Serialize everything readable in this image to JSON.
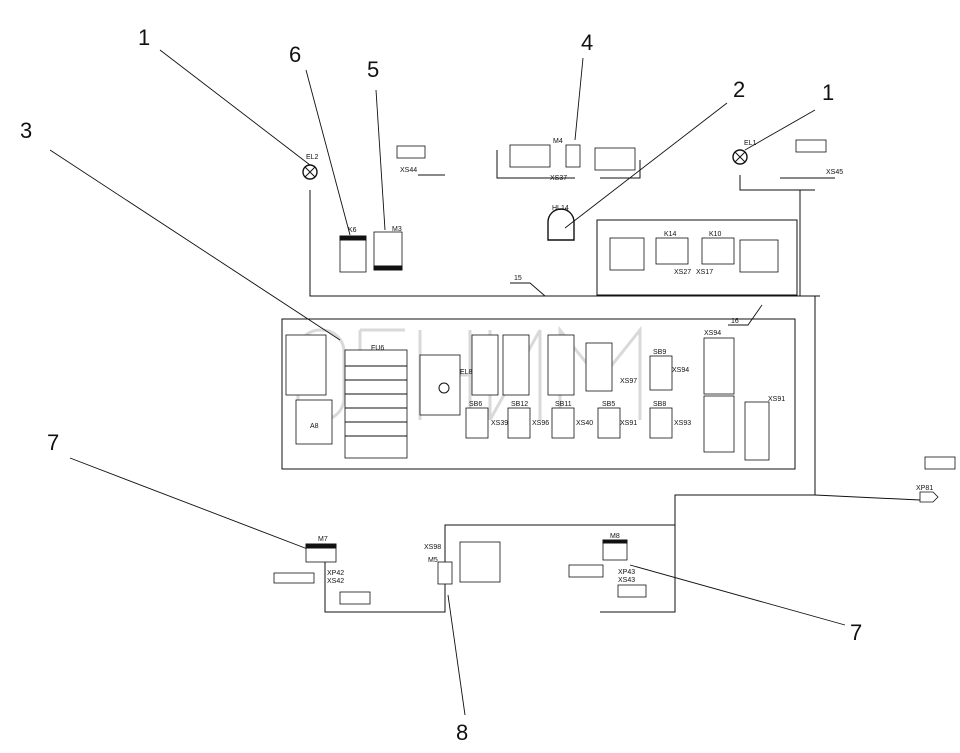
{
  "callouts": [
    "1",
    "6",
    "5",
    "4",
    "2",
    "1",
    "3",
    "7",
    "7",
    "8"
  ],
  "components": {
    "EL2": "EL2",
    "EL1": "EL1",
    "XS44": "XS44",
    "XS45": "XS45",
    "M4": "M4",
    "XS37": "XS37",
    "HL14": "HL14",
    "K6": "K6",
    "M3": "M3",
    "K14": "K14",
    "K10": "K10",
    "XS27": "XS27",
    "XS17": "XS17",
    "FU6": "FU6",
    "A8": "A8",
    "EL8": "EL8",
    "XS97": "XS97",
    "SB9": "SB9",
    "XS94a": "XS94",
    "XS94b": "XS94",
    "SB6": "SB6",
    "SB12": "SB12",
    "SB11": "SB11",
    "SB5": "SB5",
    "SB8": "SB8",
    "XS39": "XS39",
    "XS96": "XS96",
    "XS40": "XS40",
    "XS91a": "XS91",
    "XS93": "XS93",
    "XS91b": "XS91",
    "XP81": "XP81",
    "M7": "M7",
    "XP42": "XP42",
    "XS42": "XS42",
    "XS98": "XS98",
    "M5": "M5",
    "M8": "M8",
    "XP43": "XP43",
    "XS43": "XS43"
  },
  "harness_labels": {
    "h15": "15",
    "h16": "16"
  },
  "watermark": "CEIIM"
}
